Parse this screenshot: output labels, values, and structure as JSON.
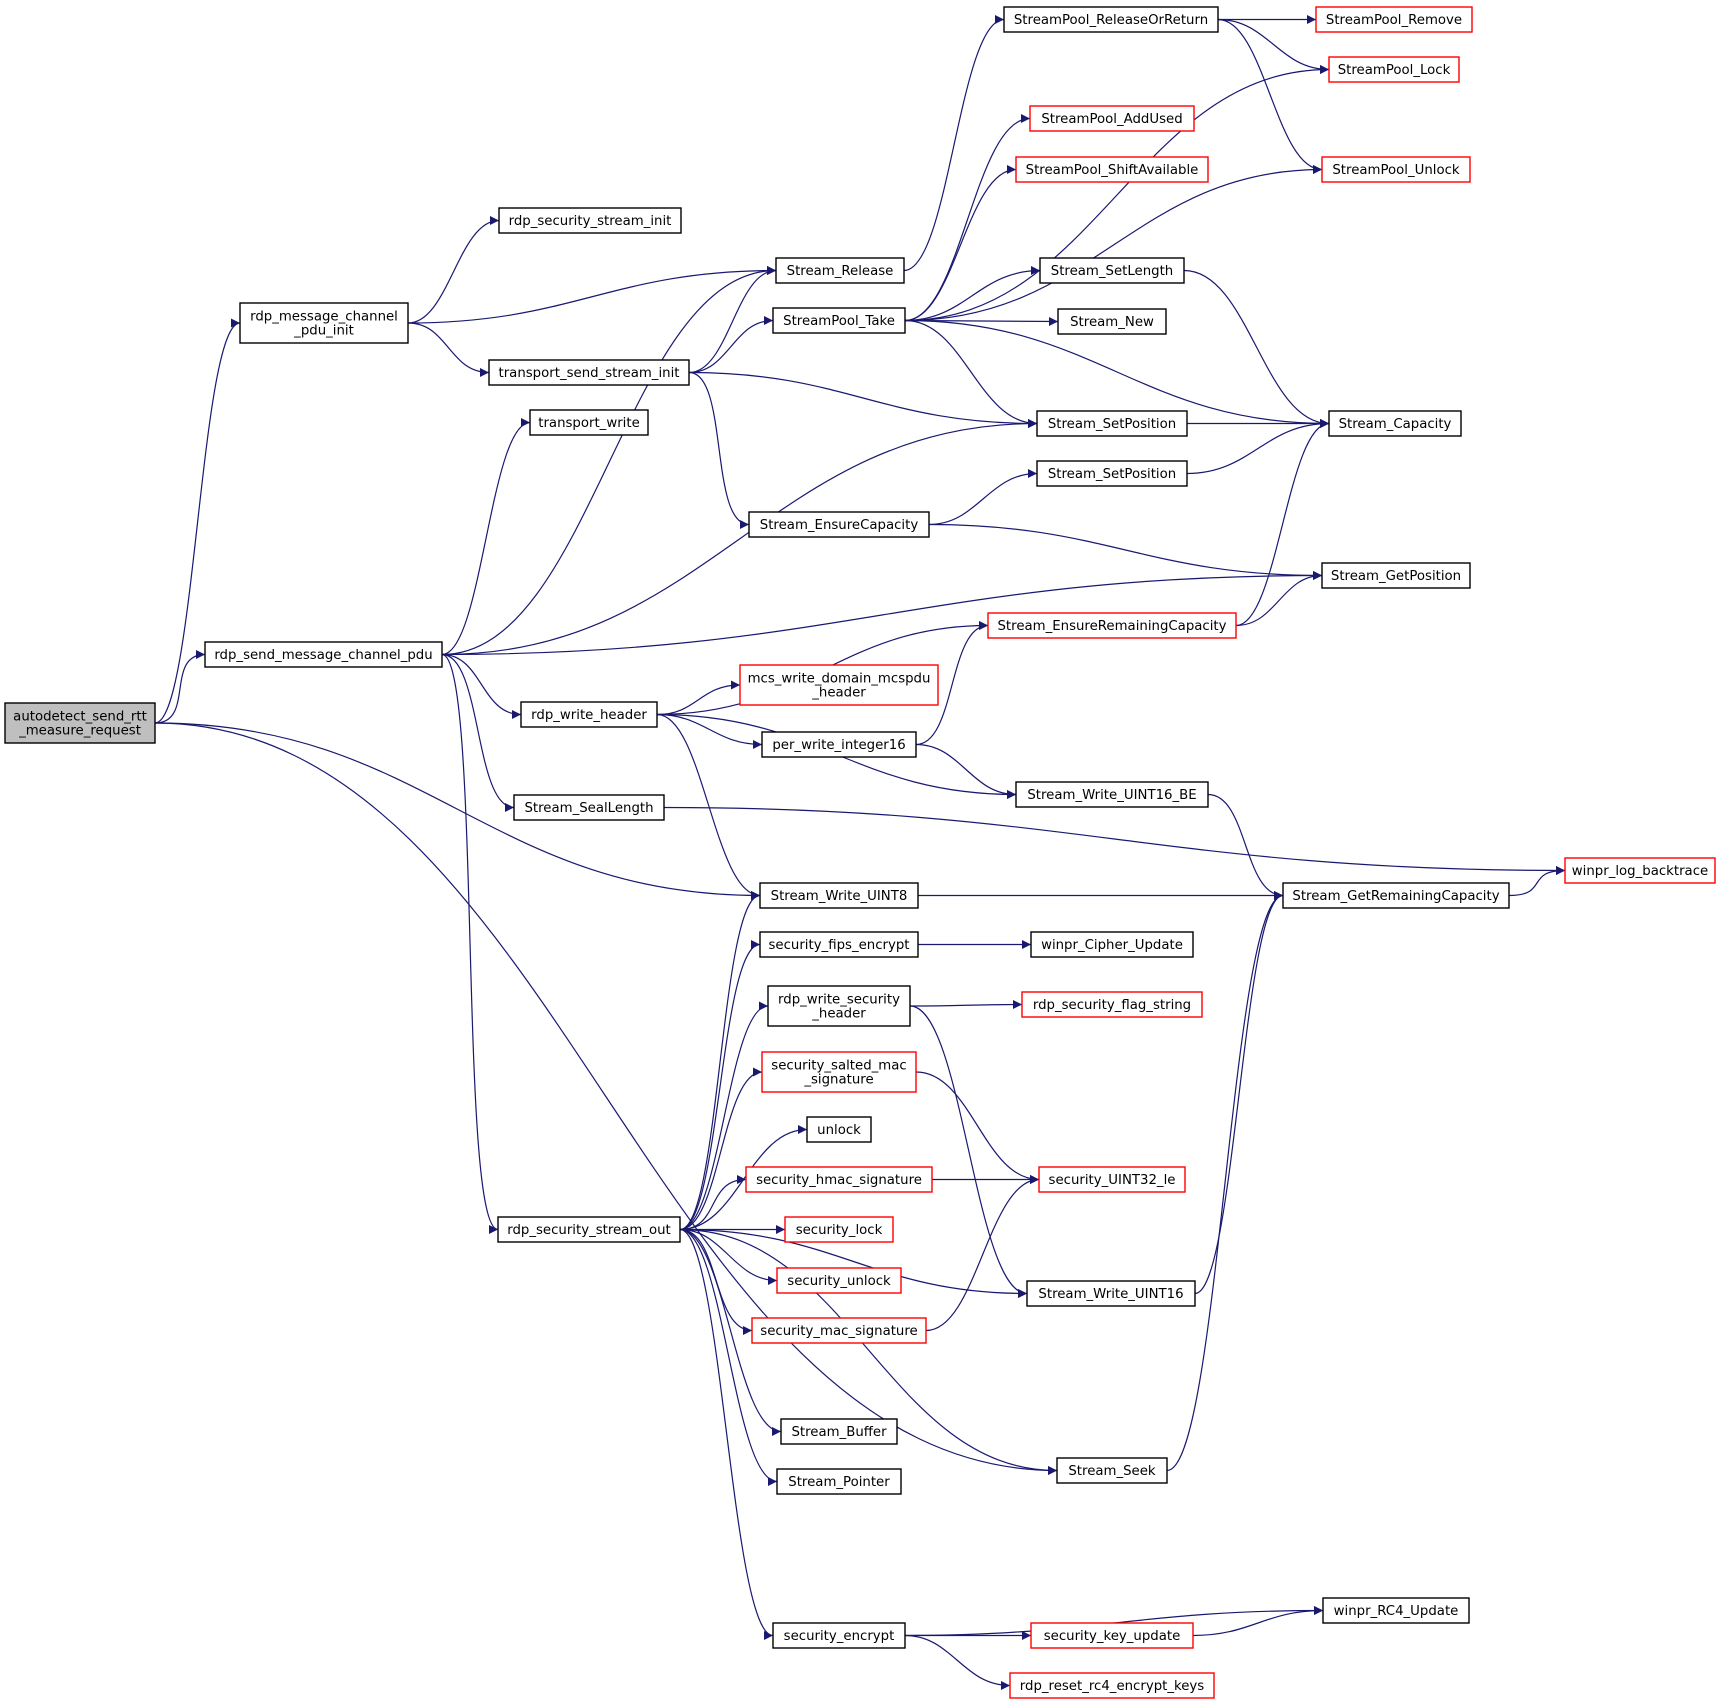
{
  "diagram": {
    "colors": {
      "edge": "#191970",
      "node_border": "#000000",
      "node_border_missing": "#ff0000",
      "root_fill": "#bfbfbf"
    },
    "nodes": [
      {
        "id": "autodetect_send_rtt_measure_request",
        "lines": [
          "autodetect_send_rtt",
          "_measure_request"
        ],
        "style": "root"
      },
      {
        "id": "rdp_message_channel_pdu_init",
        "lines": [
          "rdp_message_channel",
          "_pdu_init"
        ],
        "style": "normal"
      },
      {
        "id": "rdp_send_message_channel_pdu",
        "lines": [
          "rdp_send_message_channel_pdu"
        ],
        "style": "normal"
      },
      {
        "id": "rdp_security_stream_init",
        "lines": [
          "rdp_security_stream_init"
        ],
        "style": "normal"
      },
      {
        "id": "transport_send_stream_init",
        "lines": [
          "transport_send_stream_init"
        ],
        "style": "normal"
      },
      {
        "id": "transport_write",
        "lines": [
          "transport_write"
        ],
        "style": "normal"
      },
      {
        "id": "rdp_write_header",
        "lines": [
          "rdp_write_header"
        ],
        "style": "normal"
      },
      {
        "id": "Stream_SealLength",
        "lines": [
          "Stream_SealLength"
        ],
        "style": "normal"
      },
      {
        "id": "rdp_security_stream_out",
        "lines": [
          "rdp_security_stream_out"
        ],
        "style": "normal"
      },
      {
        "id": "Stream_Release",
        "lines": [
          "Stream_Release"
        ],
        "style": "normal"
      },
      {
        "id": "StreamPool_Take",
        "lines": [
          "StreamPool_Take"
        ],
        "style": "normal"
      },
      {
        "id": "Stream_EnsureCapacity",
        "lines": [
          "Stream_EnsureCapacity"
        ],
        "style": "normal"
      },
      {
        "id": "mcs_write_domain_mcspdu_header",
        "lines": [
          "mcs_write_domain_mcspdu",
          "_header"
        ],
        "style": "missing"
      },
      {
        "id": "per_write_integer16",
        "lines": [
          "per_write_integer16"
        ],
        "style": "normal"
      },
      {
        "id": "Stream_Write_UINT8",
        "lines": [
          "Stream_Write_UINT8"
        ],
        "style": "normal"
      },
      {
        "id": "security_fips_encrypt",
        "lines": [
          "security_fips_encrypt"
        ],
        "style": "normal"
      },
      {
        "id": "rdp_write_security_header",
        "lines": [
          "rdp_write_security",
          "_header"
        ],
        "style": "normal"
      },
      {
        "id": "security_salted_mac_signature",
        "lines": [
          "security_salted_mac",
          "_signature"
        ],
        "style": "missing"
      },
      {
        "id": "unlock",
        "lines": [
          "unlock"
        ],
        "style": "normal"
      },
      {
        "id": "security_hmac_signature",
        "lines": [
          "security_hmac_signature"
        ],
        "style": "missing"
      },
      {
        "id": "security_lock",
        "lines": [
          "security_lock"
        ],
        "style": "missing"
      },
      {
        "id": "security_unlock",
        "lines": [
          "security_unlock"
        ],
        "style": "missing"
      },
      {
        "id": "security_mac_signature",
        "lines": [
          "security_mac_signature"
        ],
        "style": "missing"
      },
      {
        "id": "Stream_Buffer",
        "lines": [
          "Stream_Buffer"
        ],
        "style": "normal"
      },
      {
        "id": "Stream_Pointer",
        "lines": [
          "Stream_Pointer"
        ],
        "style": "normal"
      },
      {
        "id": "security_encrypt",
        "lines": [
          "security_encrypt"
        ],
        "style": "normal"
      },
      {
        "id": "StreamPool_ReleaseOrReturn",
        "lines": [
          "StreamPool_ReleaseOrReturn"
        ],
        "style": "normal"
      },
      {
        "id": "StreamPool_AddUsed",
        "lines": [
          "StreamPool_AddUsed"
        ],
        "style": "missing"
      },
      {
        "id": "StreamPool_ShiftAvailable",
        "lines": [
          "StreamPool_ShiftAvailable"
        ],
        "style": "missing"
      },
      {
        "id": "Stream_SetLength",
        "lines": [
          "Stream_SetLength"
        ],
        "style": "normal"
      },
      {
        "id": "Stream_New",
        "lines": [
          "Stream_New"
        ],
        "style": "normal"
      },
      {
        "id": "Stream_SetPosition_a",
        "lines": [
          "Stream_SetPosition"
        ],
        "style": "normal"
      },
      {
        "id": "Stream_SetPosition_b",
        "lines": [
          "Stream_SetPosition"
        ],
        "style": "normal"
      },
      {
        "id": "Stream_EnsureRemainingCapacity",
        "lines": [
          "Stream_EnsureRemainingCapacity"
        ],
        "style": "missing"
      },
      {
        "id": "Stream_Write_UINT16_BE",
        "lines": [
          "Stream_Write_UINT16_BE"
        ],
        "style": "normal"
      },
      {
        "id": "winpr_Cipher_Update",
        "lines": [
          "winpr_Cipher_Update"
        ],
        "style": "normal"
      },
      {
        "id": "rdp_security_flag_string",
        "lines": [
          "rdp_security_flag_string"
        ],
        "style": "missing"
      },
      {
        "id": "security_UINT32_le",
        "lines": [
          "security_UINT32_le"
        ],
        "style": "missing"
      },
      {
        "id": "Stream_Write_UINT16",
        "lines": [
          "Stream_Write_UINT16"
        ],
        "style": "normal"
      },
      {
        "id": "Stream_Seek",
        "lines": [
          "Stream_Seek"
        ],
        "style": "normal"
      },
      {
        "id": "security_key_update",
        "lines": [
          "security_key_update"
        ],
        "style": "missing"
      },
      {
        "id": "rdp_reset_rc4_encrypt_keys",
        "lines": [
          "rdp_reset_rc4_encrypt_keys"
        ],
        "style": "missing"
      },
      {
        "id": "StreamPool_Remove",
        "lines": [
          "StreamPool_Remove"
        ],
        "style": "missing"
      },
      {
        "id": "StreamPool_Lock",
        "lines": [
          "StreamPool_Lock"
        ],
        "style": "missing"
      },
      {
        "id": "StreamPool_Unlock",
        "lines": [
          "StreamPool_Unlock"
        ],
        "style": "missing"
      },
      {
        "id": "Stream_Capacity",
        "lines": [
          "Stream_Capacity"
        ],
        "style": "normal"
      },
      {
        "id": "Stream_GetPosition",
        "lines": [
          "Stream_GetPosition"
        ],
        "style": "normal"
      },
      {
        "id": "Stream_GetRemainingCapacity",
        "lines": [
          "Stream_GetRemainingCapacity"
        ],
        "style": "normal"
      },
      {
        "id": "winpr_log_backtrace",
        "lines": [
          "winpr_log_backtrace"
        ],
        "style": "missing"
      },
      {
        "id": "winpr_RC4_Update",
        "lines": [
          "winpr_RC4_Update"
        ],
        "style": "normal"
      }
    ],
    "edges": [
      [
        "autodetect_send_rtt_measure_request",
        "rdp_message_channel_pdu_init"
      ],
      [
        "autodetect_send_rtt_measure_request",
        "rdp_send_message_channel_pdu"
      ],
      [
        "autodetect_send_rtt_measure_request",
        "Stream_Write_UINT8"
      ],
      [
        "autodetect_send_rtt_measure_request",
        "Stream_Seek"
      ],
      [
        "rdp_message_channel_pdu_init",
        "rdp_security_stream_init"
      ],
      [
        "rdp_message_channel_pdu_init",
        "Stream_Release"
      ],
      [
        "rdp_message_channel_pdu_init",
        "transport_send_stream_init"
      ],
      [
        "rdp_send_message_channel_pdu",
        "Stream_Release"
      ],
      [
        "rdp_send_message_channel_pdu",
        "transport_write"
      ],
      [
        "rdp_send_message_channel_pdu",
        "Stream_SetPosition_a"
      ],
      [
        "rdp_send_message_channel_pdu",
        "Stream_GetPosition"
      ],
      [
        "rdp_send_message_channel_pdu",
        "rdp_write_header"
      ],
      [
        "rdp_send_message_channel_pdu",
        "Stream_SealLength"
      ],
      [
        "rdp_send_message_channel_pdu",
        "rdp_security_stream_out"
      ],
      [
        "transport_send_stream_init",
        "Stream_Release"
      ],
      [
        "transport_send_stream_init",
        "StreamPool_Take"
      ],
      [
        "transport_send_stream_init",
        "Stream_SetPosition_a"
      ],
      [
        "transport_send_stream_init",
        "Stream_EnsureCapacity"
      ],
      [
        "Stream_Release",
        "StreamPool_ReleaseOrReturn"
      ],
      [
        "StreamPool_ReleaseOrReturn",
        "StreamPool_Remove"
      ],
      [
        "StreamPool_ReleaseOrReturn",
        "StreamPool_Lock"
      ],
      [
        "StreamPool_ReleaseOrReturn",
        "StreamPool_Unlock"
      ],
      [
        "StreamPool_Take",
        "StreamPool_Lock"
      ],
      [
        "StreamPool_Take",
        "StreamPool_AddUsed"
      ],
      [
        "StreamPool_Take",
        "StreamPool_ShiftAvailable"
      ],
      [
        "StreamPool_Take",
        "StreamPool_Unlock"
      ],
      [
        "StreamPool_Take",
        "Stream_SetLength"
      ],
      [
        "StreamPool_Take",
        "Stream_New"
      ],
      [
        "StreamPool_Take",
        "Stream_SetPosition_a"
      ],
      [
        "StreamPool_Take",
        "Stream_Capacity"
      ],
      [
        "Stream_SetLength",
        "Stream_Capacity"
      ],
      [
        "Stream_SetPosition_a",
        "Stream_Capacity"
      ],
      [
        "Stream_SetPosition_b",
        "Stream_Capacity"
      ],
      [
        "Stream_EnsureCapacity",
        "Stream_SetPosition_b"
      ],
      [
        "Stream_EnsureCapacity",
        "Stream_GetPosition"
      ],
      [
        "Stream_EnsureRemainingCapacity",
        "Stream_Capacity"
      ],
      [
        "Stream_EnsureRemainingCapacity",
        "Stream_GetPosition"
      ],
      [
        "rdp_write_header",
        "Stream_EnsureRemainingCapacity"
      ],
      [
        "rdp_write_header",
        "mcs_write_domain_mcspdu_header"
      ],
      [
        "rdp_write_header",
        "per_write_integer16"
      ],
      [
        "rdp_write_header",
        "Stream_Write_UINT16_BE"
      ],
      [
        "rdp_write_header",
        "Stream_Write_UINT8"
      ],
      [
        "per_write_integer16",
        "Stream_EnsureRemainingCapacity"
      ],
      [
        "per_write_integer16",
        "Stream_Write_UINT16_BE"
      ],
      [
        "Stream_Write_UINT16_BE",
        "Stream_GetRemainingCapacity"
      ],
      [
        "Stream_SealLength",
        "winpr_log_backtrace"
      ],
      [
        "Stream_Write_UINT8",
        "Stream_GetRemainingCapacity"
      ],
      [
        "Stream_GetRemainingCapacity",
        "winpr_log_backtrace"
      ],
      [
        "rdp_security_stream_out",
        "Stream_Write_UINT8"
      ],
      [
        "rdp_security_stream_out",
        "security_fips_encrypt"
      ],
      [
        "rdp_security_stream_out",
        "rdp_write_security_header"
      ],
      [
        "rdp_security_stream_out",
        "security_salted_mac_signature"
      ],
      [
        "rdp_security_stream_out",
        "unlock"
      ],
      [
        "rdp_security_stream_out",
        "security_hmac_signature"
      ],
      [
        "rdp_security_stream_out",
        "security_lock"
      ],
      [
        "rdp_security_stream_out",
        "security_unlock"
      ],
      [
        "rdp_security_stream_out",
        "security_mac_signature"
      ],
      [
        "rdp_security_stream_out",
        "Stream_Write_UINT16"
      ],
      [
        "rdp_security_stream_out",
        "Stream_Buffer"
      ],
      [
        "rdp_security_stream_out",
        "Stream_Pointer"
      ],
      [
        "rdp_security_stream_out",
        "Stream_Seek"
      ],
      [
        "rdp_security_stream_out",
        "security_encrypt"
      ],
      [
        "security_fips_encrypt",
        "winpr_Cipher_Update"
      ],
      [
        "rdp_write_security_header",
        "rdp_security_flag_string"
      ],
      [
        "rdp_write_security_header",
        "Stream_Write_UINT16"
      ],
      [
        "security_salted_mac_signature",
        "security_UINT32_le"
      ],
      [
        "security_hmac_signature",
        "security_UINT32_le"
      ],
      [
        "security_mac_signature",
        "security_UINT32_le"
      ],
      [
        "Stream_Write_UINT16",
        "Stream_GetRemainingCapacity"
      ],
      [
        "Stream_Seek",
        "Stream_GetRemainingCapacity"
      ],
      [
        "security_encrypt",
        "winpr_RC4_Update"
      ],
      [
        "security_encrypt",
        "security_key_update"
      ],
      [
        "security_encrypt",
        "rdp_reset_rc4_encrypt_keys"
      ],
      [
        "security_key_update",
        "winpr_RC4_Update"
      ]
    ]
  }
}
